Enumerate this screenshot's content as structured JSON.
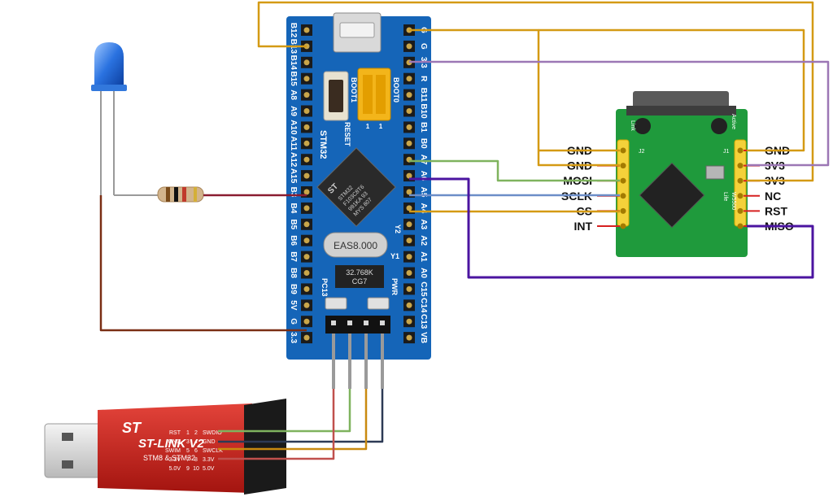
{
  "board": {
    "left_pins": [
      "B12",
      "B13",
      "B14",
      "B15",
      "A8",
      "A9",
      "A10",
      "A11",
      "A12",
      "A15",
      "B3",
      "B4",
      "B5",
      "B6",
      "B7",
      "B8",
      "B9",
      "5V",
      "G",
      "3.3"
    ],
    "right_pins": [
      "G",
      "G",
      "3.3",
      "R",
      "B11",
      "B10",
      "B1",
      "B0",
      "A7",
      "A6",
      "A5",
      "A4",
      "A3",
      "A2",
      "A1",
      "A0",
      "C15",
      "C14",
      "C13",
      "VB"
    ],
    "chip_lines": [
      "STM32",
      "F103C8T6",
      "991KA 93",
      "MYS 807"
    ],
    "chip_logo": "ST",
    "crystal1": "EAS8.000",
    "crystal2_lines": [
      "32.768K",
      "CG7"
    ],
    "label_reset": "RESET",
    "label_stm32": "STM32",
    "label_boot1": "BOOT1",
    "label_boot0": "BOOT0",
    "label_pc13": "PC13",
    "label_pwr": "PWR",
    "label_y2": "Y2",
    "label_y1": "Y1",
    "jumper_digits": [
      "1",
      "1"
    ]
  },
  "module": {
    "left_labels": [
      "GND",
      "GND",
      "MOSI",
      "SCLK",
      "CS",
      "INT"
    ],
    "right_labels": [
      "GND",
      "3V3",
      "3V3",
      "NC",
      "RST",
      "MISO"
    ],
    "silk_link": "Link",
    "silk_active": "Active",
    "silk_j2": "J2",
    "silk_j1": "J1",
    "silk_life": "Life",
    "silk_w5500": "W5500"
  },
  "stlink": {
    "brand": "ST-LINK V2",
    "subtitle": "STM8 & STM32",
    "logo": "ST",
    "pin_left": [
      "RST",
      "GND",
      "SWIM",
      "3.3V",
      "5.0V"
    ],
    "pin_numbers": [
      [
        "1",
        "2"
      ],
      [
        "3",
        "4"
      ],
      [
        "5",
        "6"
      ],
      [
        "7",
        "8"
      ],
      [
        "9",
        "10"
      ]
    ],
    "pin_right": [
      "SWDIO",
      "GND",
      "SWCLK",
      "3.3V",
      "5.0V"
    ]
  },
  "colors": {
    "wire_gnd": "#d49a14",
    "wire_3v3": "#9c77b5",
    "wire_mosi": "#7fb35e",
    "wire_sclk": "#6c8ec8",
    "wire_miso": "#4b14a0",
    "wire_cs": "#d49a14",
    "wire_led": "#8a1c30",
    "wire_led_gnd": "#7a2e14",
    "wire_swdio": "#7fb35e",
    "wire_swgnd": "#2d3a55",
    "wire_swclk": "#c98a10",
    "wire_sw33": "#c0504d",
    "board_blue": "#1565b8",
    "module_green": "#1f9a3c",
    "stlink_red": "#c8231e"
  }
}
